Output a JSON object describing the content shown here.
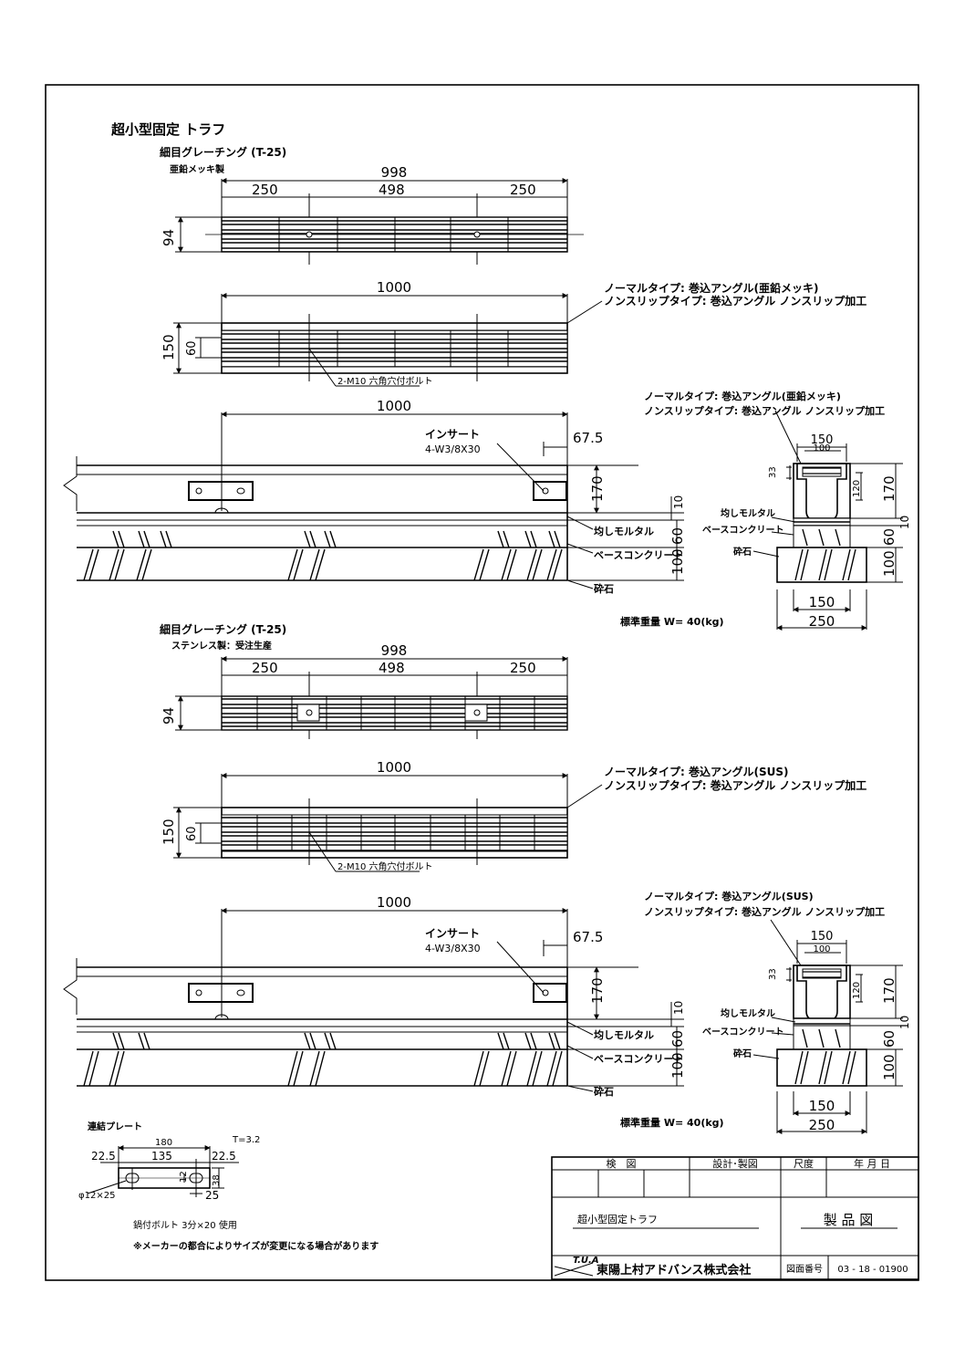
{
  "title": "超小型固定 トラフ",
  "section1": {
    "heading": "細目グレーチング (T-25)",
    "material": "亜鉛メッキ製",
    "top_dims": {
      "total": "998",
      "left": "250",
      "mid": "498",
      "right": "250",
      "height": "94"
    },
    "side_dims": {
      "length": "1000",
      "h1": "150",
      "h2": "60"
    },
    "angle_note_1": "ノーマルタイプ: 巻込アングル(亜鉛メッキ)",
    "angle_note_2": "ノンスリップタイプ: 巻込アングル ノンスリップ加工",
    "bolt_note": "2-M10 六角穴付ボルト",
    "trough": {
      "length": "1000",
      "insert": "インサート",
      "insert_spec": "4-W3/8X30",
      "offset": "67.5",
      "h170": "170",
      "h10": "10",
      "h60": "60",
      "h100": "100",
      "mortar": "均しモルタル",
      "base": "ベースコンクリート",
      "gravel": "砕石"
    },
    "cross": {
      "note_1": "ノーマルタイプ: 巻込アングル(亜鉛メッキ)",
      "note_2": "ノンスリップタイプ: 巻込アングル ノンスリップ加工",
      "w150": "150",
      "w100": "100",
      "d33": "33",
      "d120": "120",
      "d170": "170",
      "d10": "10",
      "d60": "60",
      "d100": "100",
      "b150": "150",
      "b250": "250",
      "mortar": "均しモルタル",
      "base": "ベースコンクリート",
      "gravel": "砕石"
    },
    "weight": "標準重量 W= 40(kg)"
  },
  "section2": {
    "heading": "細目グレーチング (T-25)",
    "material": "ステンレス製：受注生産",
    "top_dims": {
      "total": "998",
      "left": "250",
      "mid": "498",
      "right": "250",
      "height": "94"
    },
    "side_dims": {
      "length": "1000",
      "h1": "150",
      "h2": "60"
    },
    "angle_note_1": "ノーマルタイプ: 巻込アングル(SUS)",
    "angle_note_2": "ノンスリップタイプ: 巻込アングル ノンスリップ加工",
    "bolt_note": "2-M10 六角穴付ボルト",
    "trough": {
      "length": "1000",
      "insert": "インサート",
      "insert_spec": "4-W3/8X30",
      "offset": "67.5",
      "h170": "170",
      "h10": "10",
      "h60": "60",
      "h100": "100",
      "mortar": "均しモルタル",
      "base": "ベースコンクリート",
      "gravel": "砕石"
    },
    "cross": {
      "note_1": "ノーマルタイプ: 巻込アングル(SUS)",
      "note_2": "ノンスリップタイプ: 巻込アングル ノンスリップ加工",
      "w150": "150",
      "w100": "100",
      "d33": "33",
      "d120": "120",
      "d170": "170",
      "d10": "10",
      "d60": "60",
      "d100": "100",
      "b150": "150",
      "b250": "250",
      "mortar": "均しモルタル",
      "base": "ベースコンクリート",
      "gravel": "砕石"
    },
    "weight": "標準重量 W= 40(kg)"
  },
  "plate": {
    "title": "連結プレート",
    "thickness": "T=3.2",
    "d180": "180",
    "d22a": "22.5",
    "d135": "135",
    "d22b": "22.5",
    "d38": "38",
    "d12": "12",
    "d25": "25",
    "hole": "φ12×25",
    "bolt_use": "鍋付ボルト 3分×20 使用",
    "disclaimer": "※メーカーの都合によりサイズが変更になる場合があります"
  },
  "title_block": {
    "check": "検　図",
    "design": "設計･製図",
    "scale": "尺度",
    "date": "年 月 日",
    "product_name": "超小型固定トラフ",
    "drawing_type": "製 品 図",
    "company_logo": "T.U.A",
    "company": "東陽上村アドバンス株式会社",
    "drawing_no_label": "図面番号",
    "drawing_no": "03 - 18 - 01900"
  }
}
